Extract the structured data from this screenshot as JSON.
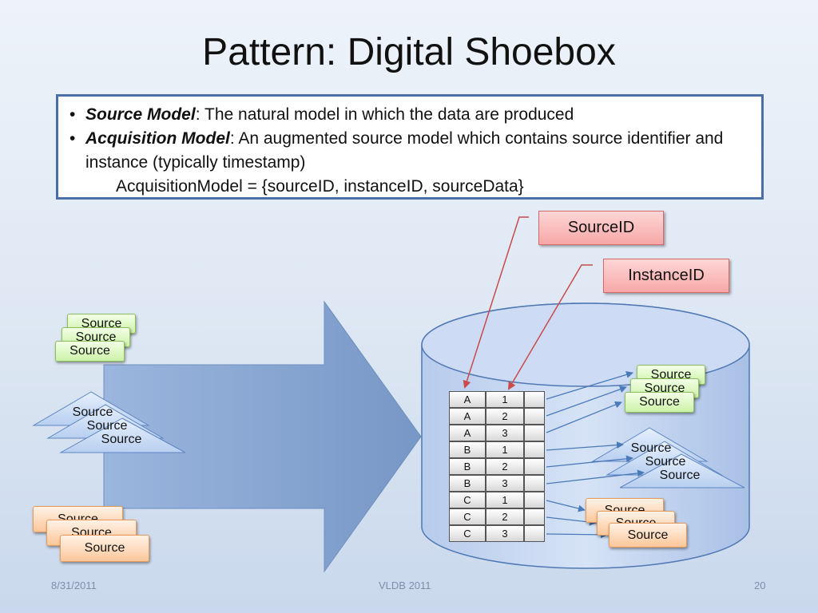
{
  "title": "Pattern: Digital Shoebox",
  "bullets": [
    {
      "term": "Source Model",
      "text": ": The natural model in which the data are produced"
    },
    {
      "term": "Acquisition Model",
      "text": ": An augmented source model which contains source identifier and instance (typically timestamp)"
    }
  ],
  "formula": "AcquisitionModel = {sourceID, instanceID, sourceData}",
  "labels": {
    "source_id": "SourceID",
    "instance_id": "InstanceID"
  },
  "source_label": "Source",
  "table_rows": [
    {
      "source_id": "A",
      "instance_id": "1"
    },
    {
      "source_id": "A",
      "instance_id": "2"
    },
    {
      "source_id": "A",
      "instance_id": "3"
    },
    {
      "source_id": "B",
      "instance_id": "1"
    },
    {
      "source_id": "B",
      "instance_id": "2"
    },
    {
      "source_id": "B",
      "instance_id": "3"
    },
    {
      "source_id": "C",
      "instance_id": "1"
    },
    {
      "source_id": "C",
      "instance_id": "2"
    },
    {
      "source_id": "C",
      "instance_id": "3"
    }
  ],
  "footer": {
    "date": "8/31/2011",
    "event": "VLDB 2011",
    "page": "20"
  },
  "colors": {
    "arrow": "#7f9fcb",
    "cylinder": "#c4d5f0",
    "pink_arrow": "#c94b4b",
    "link_arrow": "#4a7ab8"
  }
}
